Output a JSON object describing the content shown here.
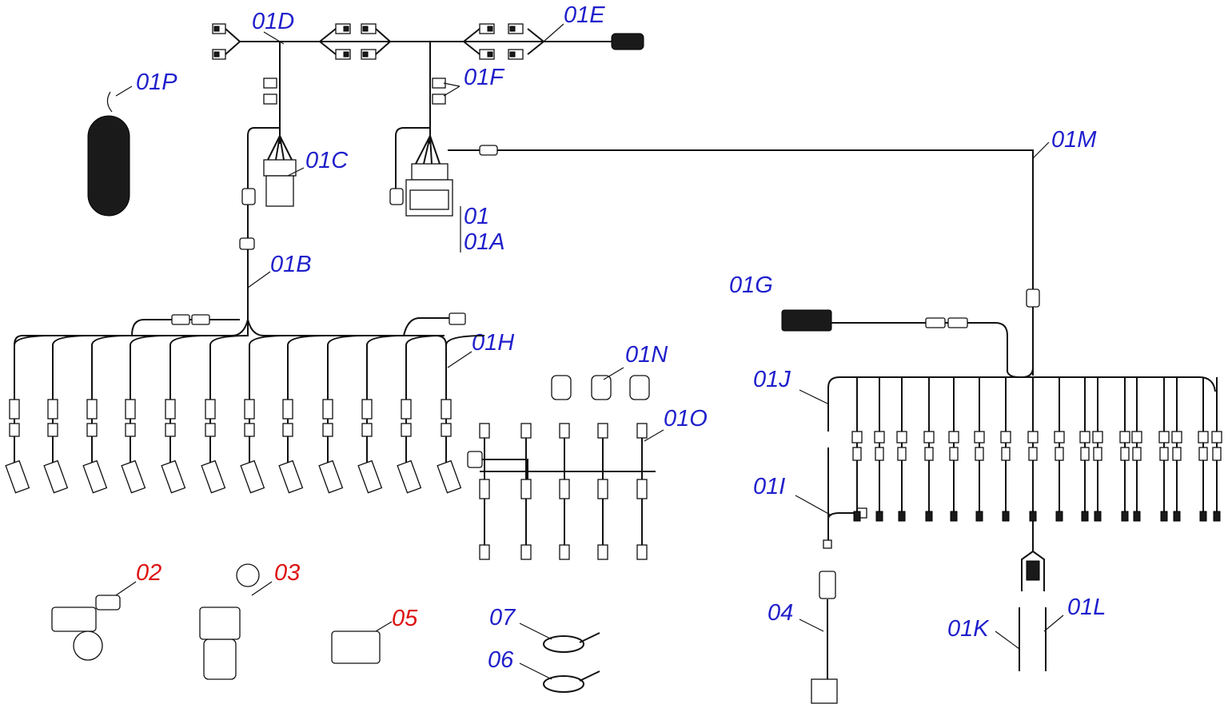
{
  "colors": {
    "blue_label": "#1f1fcc",
    "red_label": "#dd1111",
    "line": "#111111"
  },
  "labels": {
    "l01": "01",
    "l01A": "01A",
    "l01B": "01B",
    "l01C": "01C",
    "l01D": "01D",
    "l01E": "01E",
    "l01F": "01F",
    "l01G": "01G",
    "l01H": "01H",
    "l01I": "01I",
    "l01J": "01J",
    "l01K": "01K",
    "l01L": "01L",
    "l01M": "01M",
    "l01N": "01N",
    "l01O": "01O",
    "l01P": "01P",
    "l02": "02",
    "l03": "03",
    "l04": "04",
    "l05": "05",
    "l06": "06",
    "l07": "07"
  }
}
